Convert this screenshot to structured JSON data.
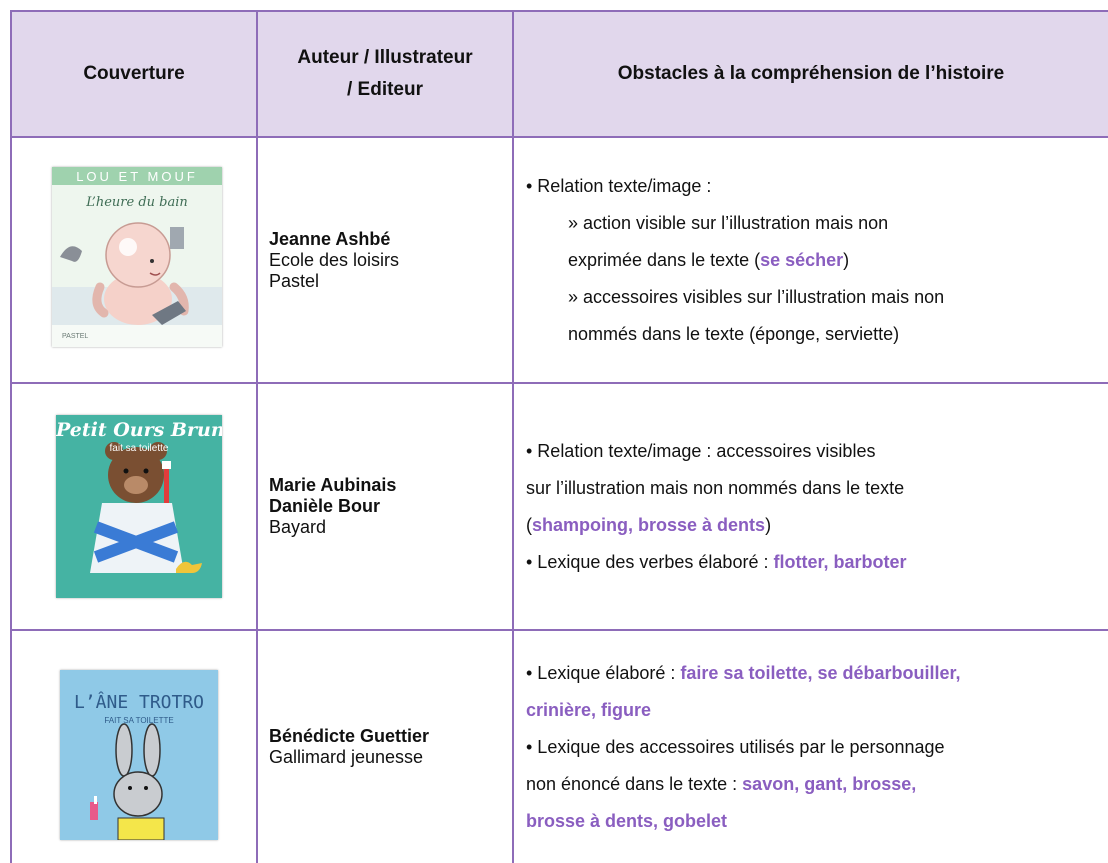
{
  "header": {
    "col1": "Couverture",
    "col2_line1": "Auteur / Illustrateur",
    "col2_line2": "/ Editeur",
    "col3": "Obstacles à la compréhension de l’histoire"
  },
  "rows": [
    {
      "cover": {
        "title_top": "LOU ET MOUF",
        "title_sub": "L’heure du bain",
        "publisher_mark": "PASTEL"
      },
      "author": {
        "names": [
          "Jeanne Ashbé"
        ],
        "publisher_lines": [
          "Ecole des loisirs",
          "Pastel"
        ]
      },
      "obstacles": {
        "l1": "• Relation texte/image :",
        "l2": "» action visible sur l’illustration mais non",
        "l3a": "exprimée dans le texte (",
        "l3hl": "se sécher",
        "l3b": ")",
        "l4": "» accessoires visibles sur l’illustration mais non",
        "l5": "nommés dans le texte (éponge, serviette)"
      }
    },
    {
      "cover": {
        "title_top": "Petit Ours Brun",
        "title_sub": "fait sa toilette"
      },
      "author": {
        "names": [
          "Marie Aubinais",
          "Danièle Bour"
        ],
        "publisher_lines": [
          "Bayard"
        ]
      },
      "obstacles": {
        "l1": "• Relation texte/image : accessoires visibles",
        "l2": "sur l’illustration mais non nommés dans le texte",
        "l3a": "(",
        "l3hl": "shampoing, brosse à dents",
        "l3b": ")",
        "l4a": "• Lexique des verbes élaboré : ",
        "l4hl": "flotter, barboter"
      }
    },
    {
      "cover": {
        "title_top": "L’ÂNE TROTRO",
        "title_sub": "FAIT SA TOILETTE"
      },
      "author": {
        "names": [
          "Bénédicte Guettier"
        ],
        "publisher_lines": [
          "Gallimard jeunesse"
        ]
      },
      "obstacles": {
        "l1a": "• Lexique élaboré : ",
        "l1hl": "faire sa toilette, se débarbouiller,",
        "l2hl": "crinière, figure",
        "l3": "• Lexique des accessoires utilisés par le personnage",
        "l4a": "non énoncé dans le texte : ",
        "l4hl": "savon, gant, brosse,",
        "l5hl": "brosse à dents, gobelet"
      }
    }
  ],
  "colors": {
    "header_bg": "#e1d7ec",
    "border": "#8e6cb8",
    "highlight": "#8a5ec0"
  }
}
